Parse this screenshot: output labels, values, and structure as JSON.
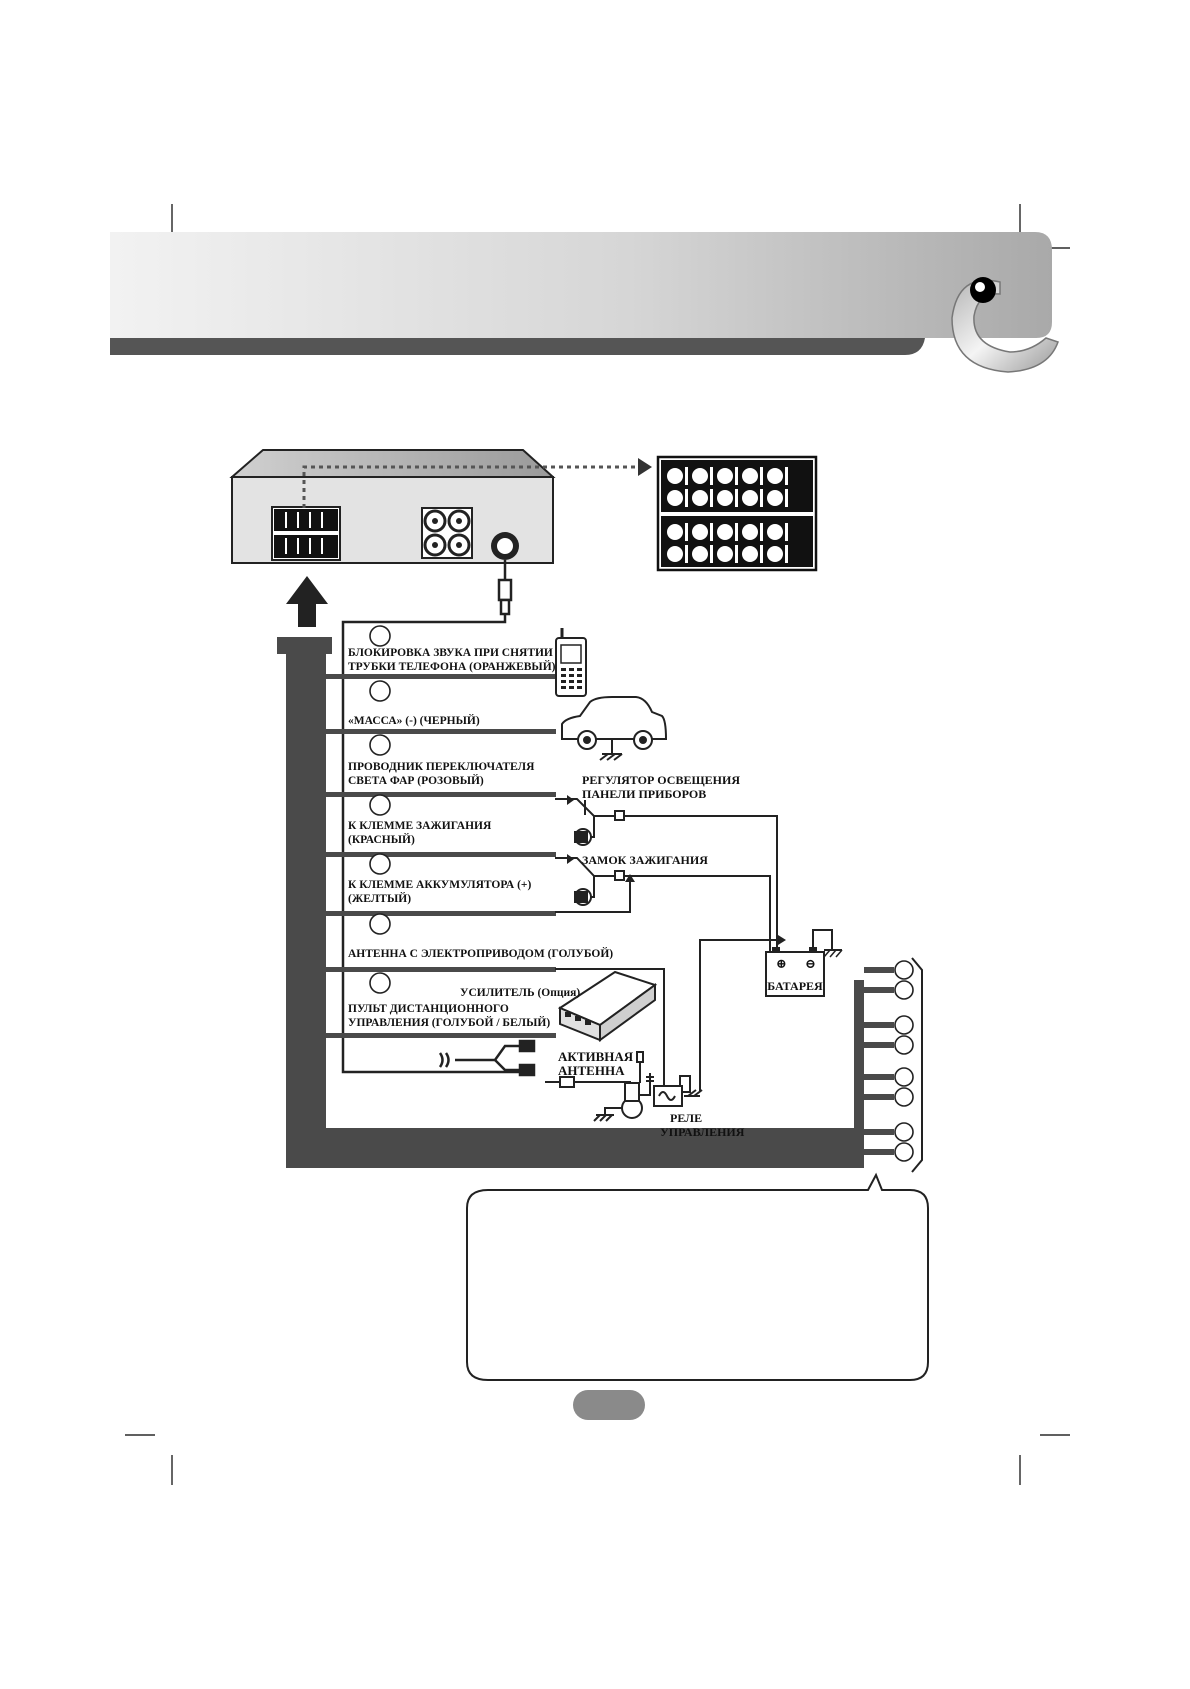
{
  "wires": [
    {
      "num": "",
      "line1": "БЛОКИРОВКА ЗВУКА ПРИ СНЯТИИ",
      "line2": "ТРУБКИ ТЕЛЕФОНА (ОРАНЖЕВЫЙ)"
    },
    {
      "num": "",
      "line1": "«МАССА» (-) (ЧЕРНЫЙ)",
      "line2": ""
    },
    {
      "num": "",
      "line1": "ПРОВОДНИК ПЕРЕКЛЮЧАТЕЛЯ",
      "line2": "СВЕТА ФАР (РОЗОВЫЙ)"
    },
    {
      "num": "",
      "line1": "К КЛЕММЕ ЗАЖИГАНИЯ",
      "line2": "(КРАСНЫЙ)"
    },
    {
      "num": "",
      "line1": "К КЛЕММЕ АККУМУЛЯТОРА (+)",
      "line2": "(ЖЕЛТЫЙ)"
    },
    {
      "num": "",
      "line1": "АНТЕННА С ЭЛЕКТРОПРИВОДОМ (ГОЛУБОЙ)",
      "line2": ""
    },
    {
      "num": "",
      "line1": "ПУЛЬТ ДИСТАНЦИОННОГО",
      "line2": "УПРАВЛЕНИЯ (ГОЛУБОЙ / БЕЛЫЙ)"
    }
  ],
  "labels": {
    "dimmer_1": "РЕГУЛЯТОР ОСВЕЩЕНИЯ",
    "dimmer_2": "ПАНЕЛИ ПРИБОРОВ",
    "ignition": "ЗАМОК ЗАЖИГАНИЯ",
    "battery": "БАТАРЕЯ",
    "amplifier": "УСИЛИТЕЛЬ (Опция)",
    "active_antenna_1": "АКТИВНАЯ",
    "active_antenna_2": "АНТЕННА",
    "relay_1": "РЕЛЕ",
    "relay_2": "УПРАВЛЕНИЯ"
  },
  "colors": {
    "bus": "#4a4a4a",
    "header_band": "#c8c8c8",
    "header_stripe": "#555555"
  }
}
